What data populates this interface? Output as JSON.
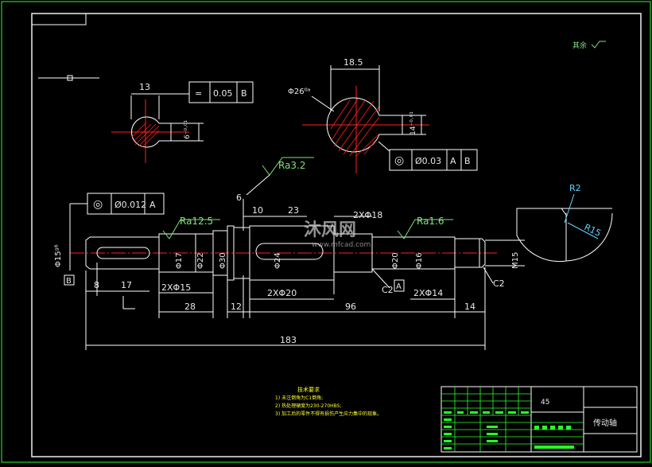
{
  "drawing": {
    "title": "传动轴",
    "material": "45",
    "surface_note": "其余",
    "notes_heading": "技术要求",
    "notes": [
      "1) 未注倒角为C1倒角;",
      "2) 热处理硬度为230-270HBS;",
      "3) 加工后的零件不得有损伤产生应力集中的现象。"
    ]
  },
  "dimensions": {
    "d13": "13",
    "d18_5": "18.5",
    "d26": "Φ26⁰ᵃ",
    "d6_section1": "6⁻⁰·⁰¹",
    "d14_section2": "14⁻⁰·⁰¹",
    "d6": "6",
    "d10": "10",
    "d23": "23",
    "d2x18": "2XΦ18",
    "d15": "Φ15ᵍ⁶",
    "d17": "Φ17",
    "d22": "Φ22",
    "d30": "Φ30",
    "d24": "Φ24",
    "d20": "Φ20",
    "d16": "Φ16",
    "m15": "M15",
    "d8": "8",
    "d17b": "17",
    "d2x15": "2XΦ15",
    "d2x20": "2XΦ20",
    "d2x14": "2XΦ14",
    "d28": "28",
    "d12": "12",
    "d96": "96",
    "d14": "14",
    "d183": "183",
    "c2a": "C2",
    "c2b": "C2",
    "r2": "R2",
    "r15": "R15"
  },
  "roughness": {
    "ra32": "Ra3.2",
    "ra125": "Ra12.5",
    "ra16": "Ra1.6"
  },
  "tolerances": {
    "t1": {
      "symbol": "=",
      "value": "0.05",
      "datum": "B"
    },
    "t2": {
      "symbol": "◎",
      "value": "Ø0.03",
      "datum1": "A",
      "datum2": "B"
    },
    "t3": {
      "symbol": "◎",
      "value": "Ø0.012",
      "datum": "A"
    }
  },
  "datums": {
    "a": "A",
    "b": "B"
  },
  "watermark": {
    "brand": "沐风网",
    "url": "www.mfcad.com"
  },
  "colors": {
    "background": "#000000",
    "frame": "#ffffff",
    "part": "#ffffff",
    "dimension": "#ffffff",
    "centerline": "#ff2020",
    "hatch": "#ff2020",
    "tolerance": "#ffffff",
    "roughness": "#7ee07e",
    "notes": "#ffff33",
    "titleblock": "#2aff2a"
  }
}
